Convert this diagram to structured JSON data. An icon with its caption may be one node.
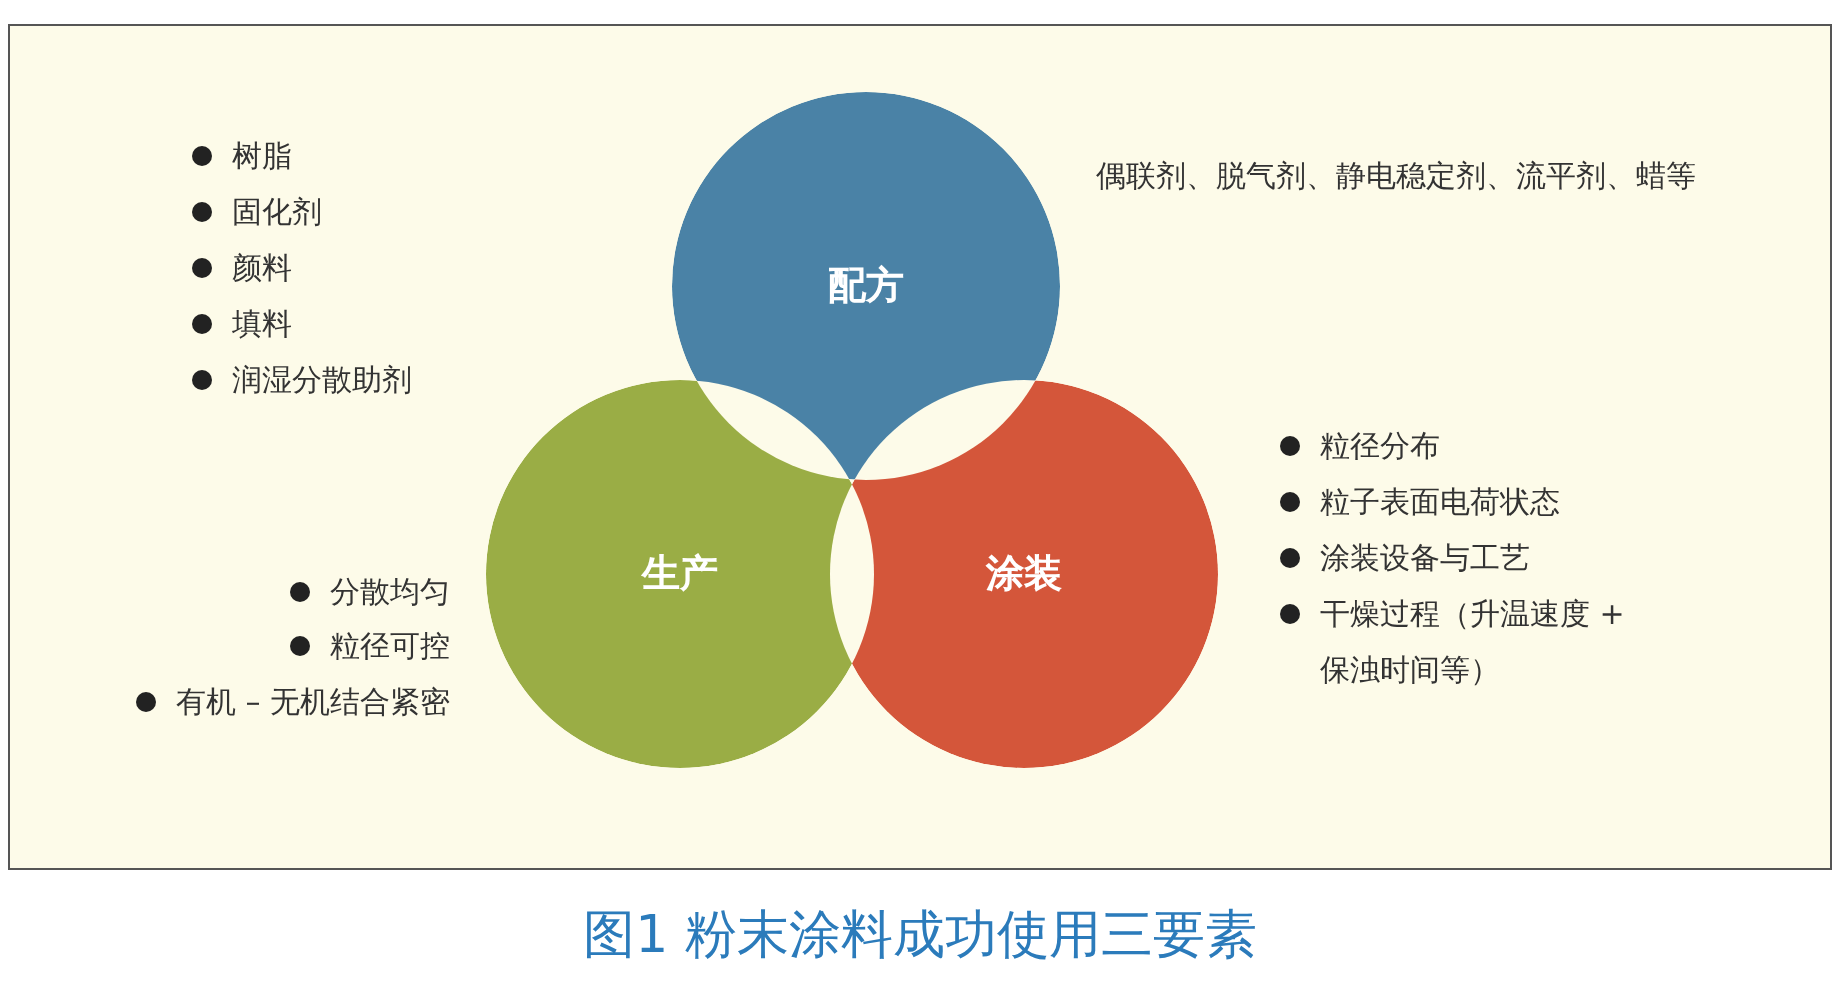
{
  "diagram": {
    "caption": "图1 粉末涂料成功使用三要素",
    "nodes": [
      {
        "text": [
          "配方"
        ],
        "beside": [
          "树脂",
          "固化剂",
          "颜料",
          "填料",
          "润湿分散助剂",
          "偶联剂、脱气剂、静电稳定剂、流平剂、蜡等"
        ]
      },
      {
        "text": [
          "生产"
        ],
        "beside": [
          "分散均匀",
          "粒径可控",
          "有机 – 无机结合紧密"
        ]
      },
      {
        "text": [
          "涂装"
        ],
        "beside": [
          "粒径分布",
          "粒子表面电荷状态",
          "涂装设备与工艺",
          "干燥过程（升温速度 + 保浊时间等）"
        ]
      }
    ],
    "edges": []
  }
}
